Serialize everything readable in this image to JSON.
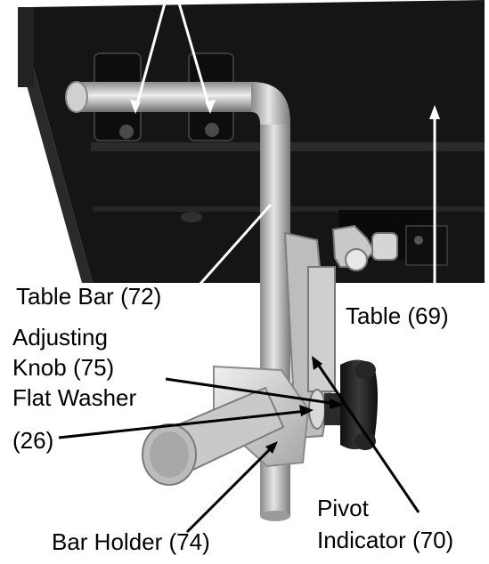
{
  "labels": {
    "table_bar": "Table Bar (72)",
    "table": "Table (69)",
    "adjusting_knob_line1": "Adjusting",
    "adjusting_knob_line2": "Knob (75)",
    "flat_washer_line1": "Flat Washer",
    "flat_washer_line2": "(26)",
    "pivot_indicator_line1": "Pivot",
    "pivot_indicator_line2": "Indicator (70)",
    "bar_holder": "Bar Holder (74)"
  },
  "colors": {
    "table_body": "#151515",
    "metal_light": "#d8d8d8",
    "metal_dark": "#8a8a8a",
    "knob": "#1a1a1a",
    "leader": "#000000",
    "leader_on_dark": "#ffffff"
  }
}
